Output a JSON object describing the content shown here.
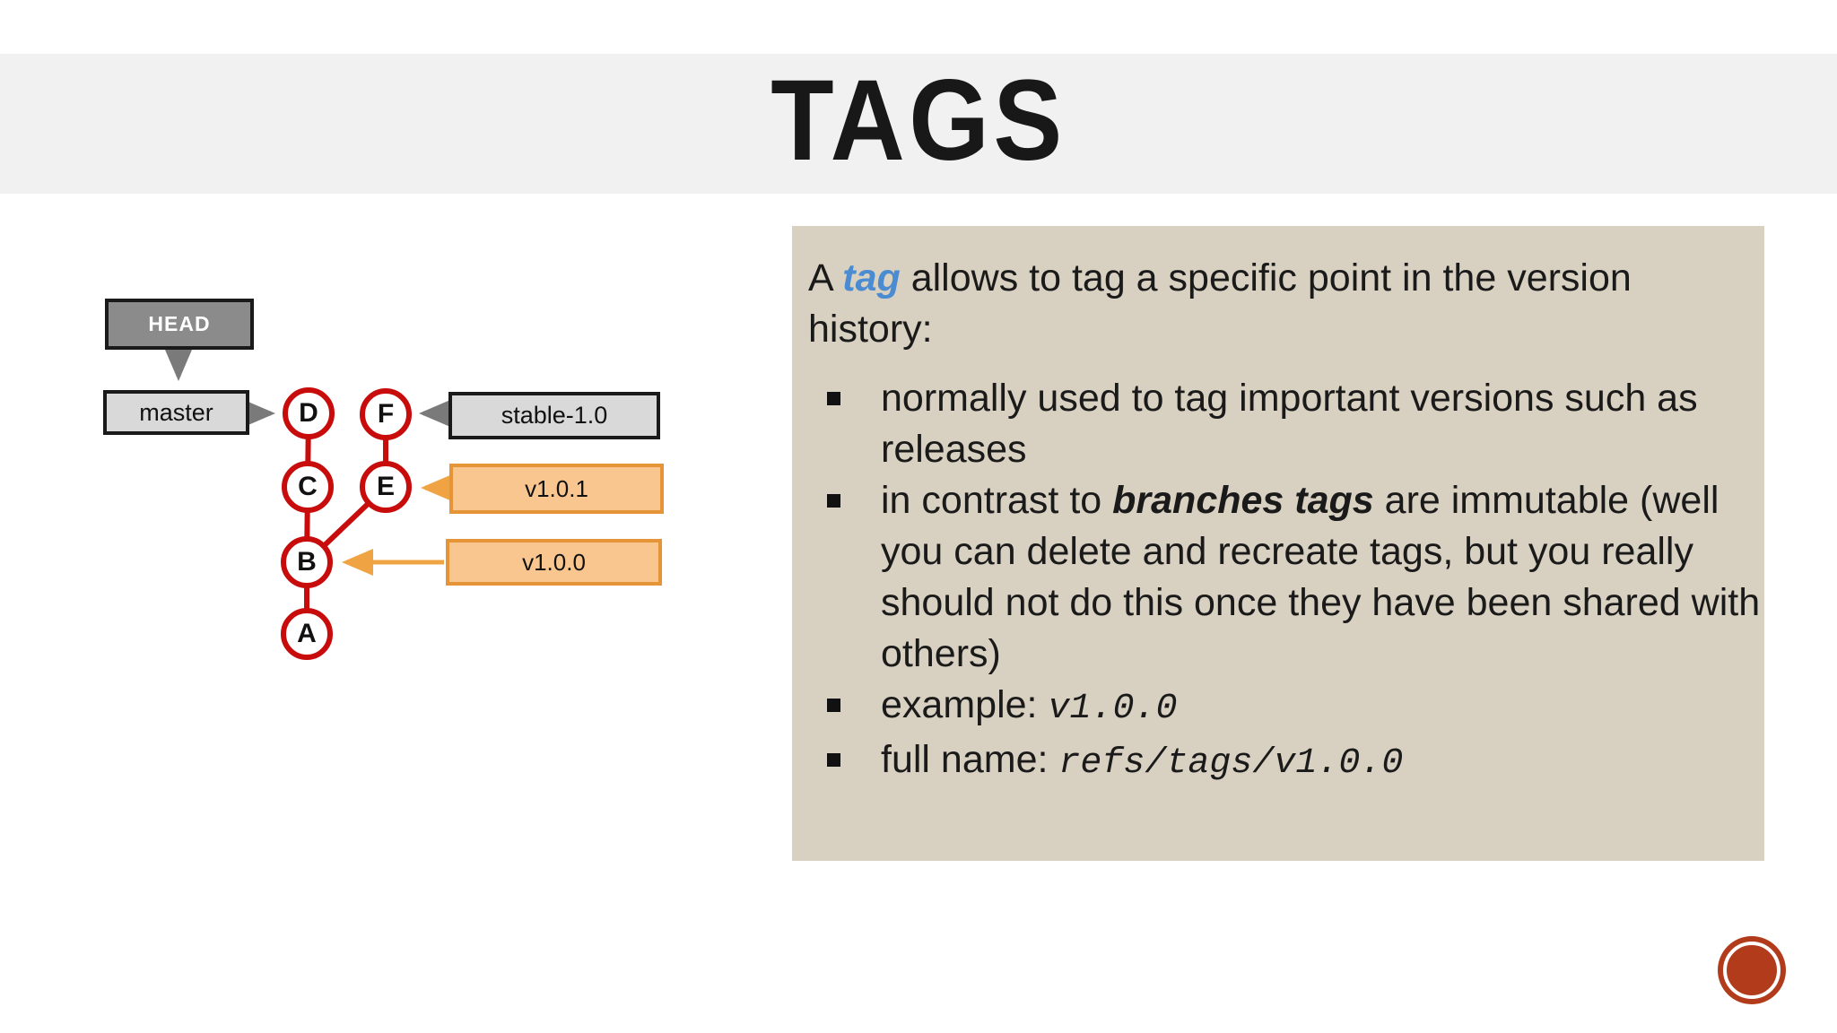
{
  "slide": {
    "title": "TAGS",
    "band_color": "#f1f1f1",
    "background": "#ffffff"
  },
  "diagram": {
    "head_label": "HEAD",
    "branch_labels": {
      "master": "master",
      "stable": "stable-1.0"
    },
    "tag_labels": {
      "v101": "v1.0.1",
      "v100": "v1.0.0"
    },
    "nodes": [
      {
        "label": "A"
      },
      {
        "label": "B"
      },
      {
        "label": "C"
      },
      {
        "label": "D"
      },
      {
        "label": "E"
      },
      {
        "label": "F"
      }
    ],
    "edges": [
      "D-C",
      "C-B",
      "B-A",
      "F-E",
      "E-B"
    ],
    "pointers": [
      "HEAD->master",
      "master->D",
      "stable-1.0->F",
      "v1.0.1->E",
      "v1.0.0->B"
    ],
    "colors": {
      "commit_red": "#c80b0b",
      "tag_orange_fill": "#f9c68f",
      "tag_orange_border": "#e59538",
      "arrow_orange": "#f0a343",
      "ref_gray_fill": "#d9d9d9",
      "head_gray_fill": "#8b8b8b",
      "arrow_gray": "#7a7a7a"
    }
  },
  "panel": {
    "bg": "#d8d0c0",
    "accent_blue": "#4a8bd2",
    "intro_segments": [
      {
        "style": "text",
        "text": "A "
      },
      {
        "style": "tag-blue",
        "text": "tag"
      },
      {
        "style": "text",
        "text": " allows to tag a specific point in the version history:"
      }
    ],
    "bullets": [
      [
        {
          "style": "text",
          "text": "normally used to tag important versions such as releases"
        }
      ],
      [
        {
          "style": "text",
          "text": "in contrast to "
        },
        {
          "style": "bold-italic",
          "text": "branches tags"
        },
        {
          "style": "text",
          "text": " are immutable (well you can delete and recreate tags, but you really should not do this once they have been shared with others)"
        }
      ],
      [
        {
          "style": "text",
          "text": "example: "
        },
        {
          "style": "mono-italic",
          "text": "v1.0.0"
        }
      ],
      [
        {
          "style": "text",
          "text": "full name: "
        },
        {
          "style": "mono-italic",
          "text": "refs/tags/v1.0.0"
        }
      ]
    ]
  }
}
